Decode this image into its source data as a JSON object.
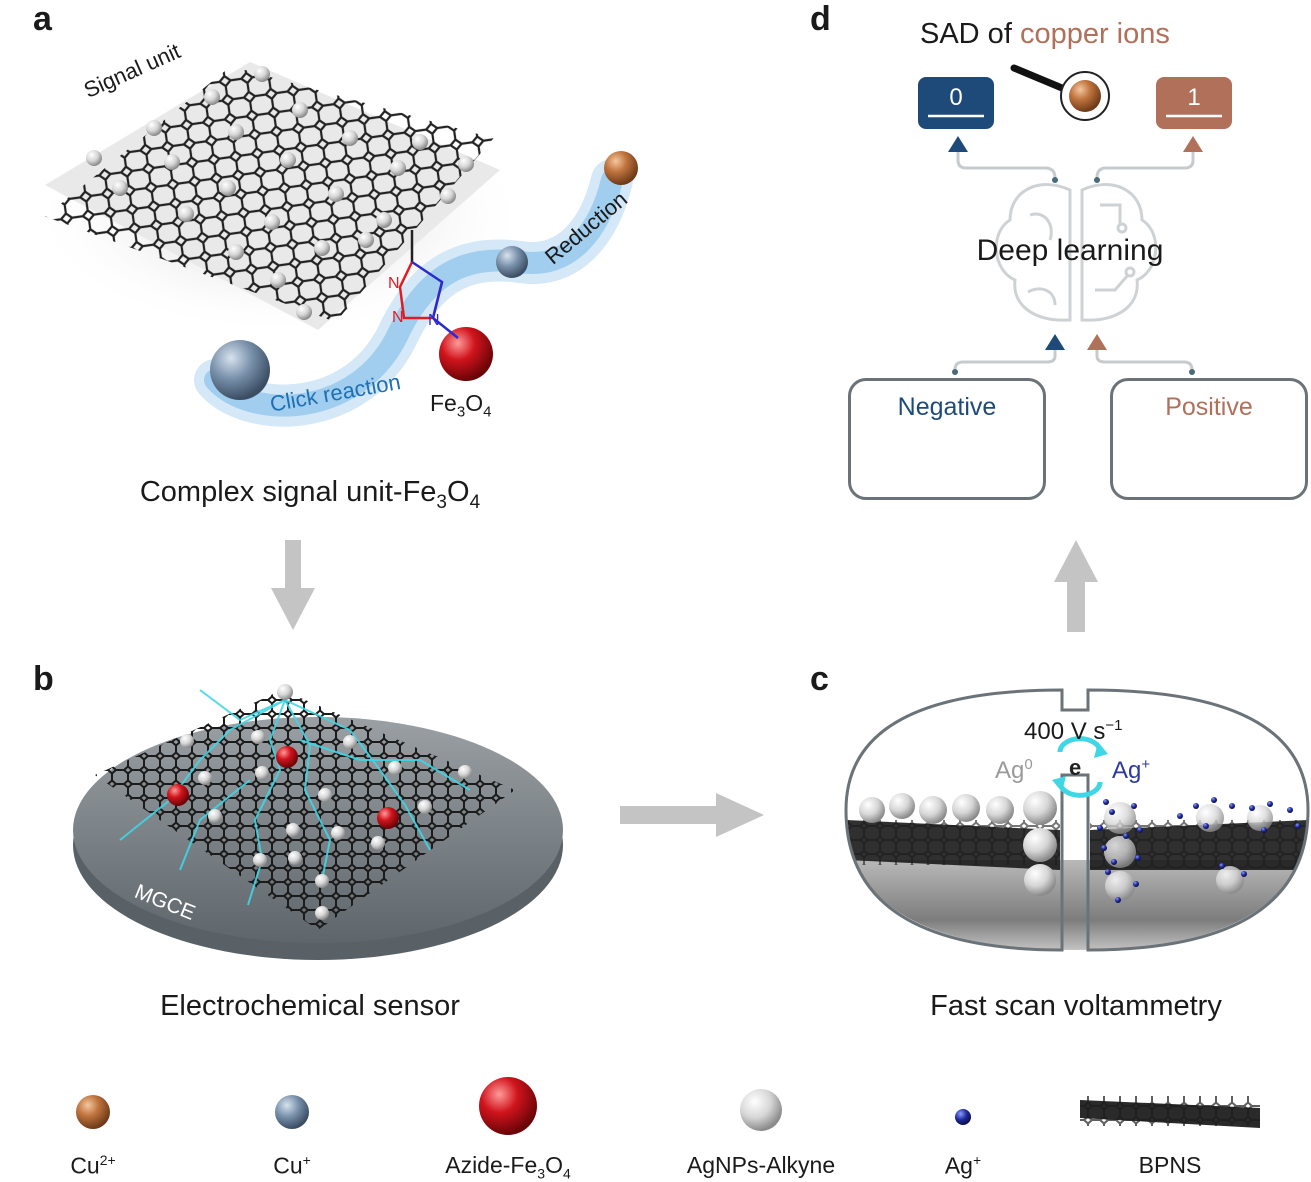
{
  "panels": {
    "a": {
      "letter": "a",
      "signal_unit": "Signal unit",
      "reduction": "Reduction",
      "click_reaction": "Click reaction",
      "fe3o4": {
        "main": "Fe",
        "sub1": "3",
        "mid": "O",
        "sub2": "4"
      },
      "caption": {
        "main": "Complex signal unit-Fe",
        "sub1": "3",
        "mid": "O",
        "sub2": "4"
      },
      "triazole_n": "N"
    },
    "b": {
      "letter": "b",
      "electrode_label": "MGCE",
      "caption": "Electrochemical sensor"
    },
    "c": {
      "letter": "c",
      "scan_rate": {
        "main": "400 V s",
        "sup": "−1"
      },
      "ag0": {
        "main": "Ag",
        "sup": "0"
      },
      "electron": "e",
      "ag_plus": {
        "main": "Ag",
        "sup": "+"
      },
      "caption": "Fast scan voltammetry"
    },
    "d": {
      "letter": "d",
      "title_prefix": "SAD of ",
      "title_highlight": "copper ions",
      "output_0": "0",
      "output_1": "1",
      "model_label": "Deep learning",
      "negative_label": "Negative",
      "positive_label": "Positive"
    }
  },
  "legend": [
    {
      "main": "Cu",
      "sup": "2+"
    },
    {
      "main": "Cu",
      "sup": "+"
    },
    {
      "main": "Azide-Fe",
      "sub1": "3",
      "mid": "O",
      "sub2": "4"
    },
    {
      "main": "AgNPs-Alkyne"
    },
    {
      "main": "Ag",
      "sup": "+"
    },
    {
      "main": "BPNS"
    }
  ],
  "colors": {
    "negative_blue": "#1e4a7a",
    "positive_copper": "#b0705a",
    "arrow_gray": "#c4c4c4",
    "click_glow": "#8cc3ea",
    "cyan_bolt": "#3fd6e6"
  }
}
